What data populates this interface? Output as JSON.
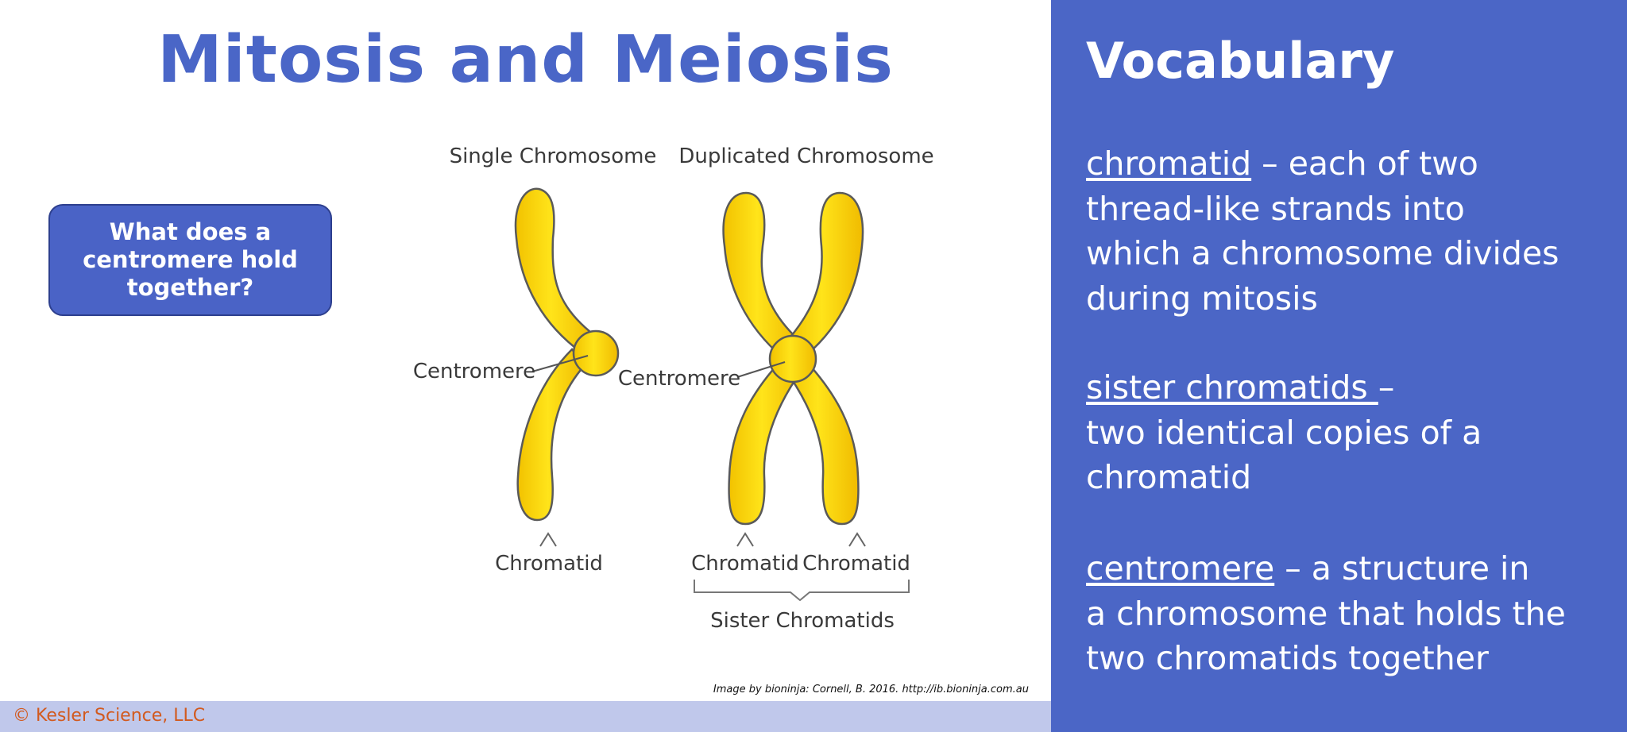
{
  "slide": {
    "title": "Mitosis and Meiosis",
    "question": "What does a centromere hold together?",
    "credit": "Image by bioninja: Cornell, B. 2016. http://ib.bioninja.com.au",
    "footer": "© Kesler Science, LLC"
  },
  "diagram": {
    "single_label": "Single Chromosome",
    "duplicated_label": "Duplicated Chromosome",
    "centromere_left": "Centromere",
    "centromere_right": "Centromere",
    "chromatid_single": "Chromatid",
    "chromatid_a": "Chromatid",
    "chromatid_b": "Chromatid",
    "sister_label": "Sister Chromatids"
  },
  "vocabulary": {
    "title": "Vocabulary",
    "entries": [
      {
        "term": "chromatid",
        "line1_rest": " – each of two",
        "rest": [
          "thread-like strands into",
          "which a chromosome divides",
          "during mitosis"
        ]
      },
      {
        "term": "sister chromatids ",
        "line1_rest": "–",
        "rest": [
          "two identical copies of a",
          "chromatid"
        ]
      },
      {
        "term": "centromere",
        "line1_rest": " – a structure in",
        "rest": [
          "a chromosome that holds the",
          "two chromatids together"
        ]
      }
    ]
  },
  "colors": {
    "accent": "#4a66c7",
    "panel": "#4b66c6",
    "chromosome": "#f7d400",
    "footer_text": "#d25a1f"
  }
}
